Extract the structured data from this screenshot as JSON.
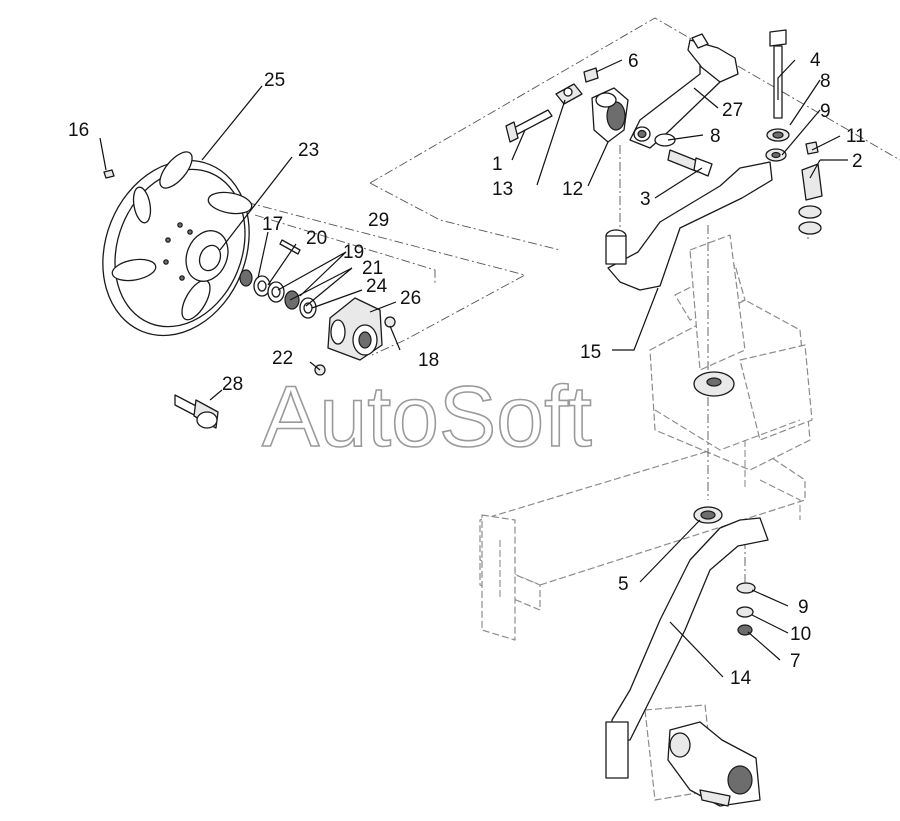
{
  "watermark": "AutoSoft",
  "callouts": [
    "1",
    "2",
    "3",
    "4",
    "5",
    "6",
    "7",
    "8",
    "8",
    "9",
    "9",
    "10",
    "11",
    "12",
    "13",
    "14",
    "15",
    "16",
    "17",
    "18",
    "19",
    "20",
    "21",
    "22",
    "23",
    "24",
    "25",
    "26",
    "27",
    "28",
    "29"
  ]
}
